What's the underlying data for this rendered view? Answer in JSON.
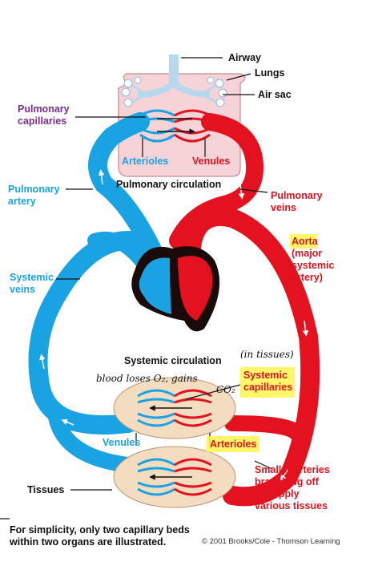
{
  "colors": {
    "oxygenated": "#e3121e",
    "deoxygenated": "#1aa3e3",
    "lung_fill": "#f6d3d6",
    "tissue_fill": "#f4dcc0",
    "highlight": "#fff44f",
    "pulmonary_label": "#7a2d8f",
    "artery_label": "#e3121e",
    "vein_label": "#1aa3e3",
    "heart_dark": "#1a0a0a"
  },
  "labels": {
    "airway": "Airway",
    "lungs": "Lungs",
    "air_sac": "Air sac",
    "pulmonary_capillaries": [
      "Pulmonary",
      "capillaries"
    ],
    "arterioles_top": "Arterioles",
    "venules_top": "Venules",
    "pulmonary_artery": [
      "Pulmonary",
      "artery"
    ],
    "pulmonary_circulation": "Pulmonary circulation",
    "pulmonary_veins": [
      "Pulmonary",
      "veins"
    ],
    "aorta": [
      "Aorta",
      "(major",
      "systemic",
      "artery)"
    ],
    "systemic_veins": [
      "Systemic",
      "veins"
    ],
    "systemic_circulation": "Systemic circulation",
    "systemic_capillaries": [
      "Systemic",
      "capillaries"
    ],
    "venules_bottom": "Venules",
    "arterioles_bottom": "Arterioles",
    "tissues": "Tissues",
    "smaller_arteries": [
      "Smaller arteries",
      "branching off",
      "to supply",
      "various tissues"
    ]
  },
  "handwriting": {
    "in_tissues": "(in tissues)",
    "blood_loses": "blood loses O₂, gains",
    "co2": "CO₂"
  },
  "footnote": [
    "For simplicity, only two capillary beds",
    "within two organs are illustrated."
  ],
  "copyright": "© 2001 Brooks/Cole - Thomson Learning"
}
